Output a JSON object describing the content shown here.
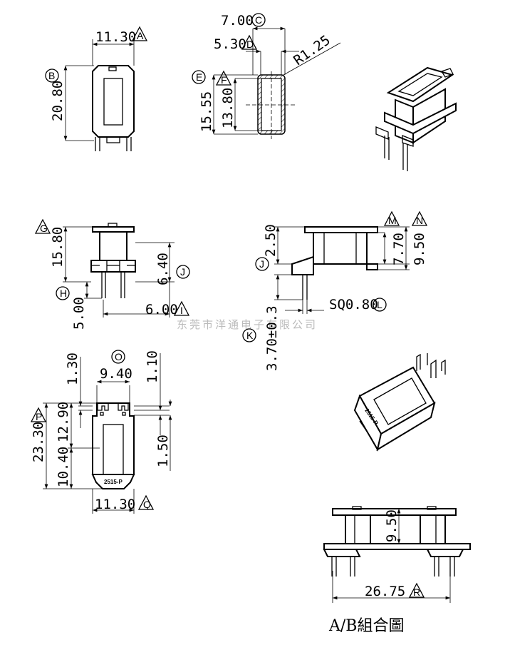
{
  "watermark": "东莞市洋通电子有限公司",
  "title": "A/B組合圖",
  "part_marking": "2515-P",
  "top_view": {
    "width": "11.30",
    "width_tag": "A",
    "height": "20.80",
    "height_tag": "B"
  },
  "section_view": {
    "outer": "7.00",
    "outer_tag": "C",
    "inner": "5.30",
    "inner_tag": "D",
    "radius": "R1.25",
    "outer_h": "15.55",
    "outer_h_tag": "E",
    "inner_h": "13.80",
    "inner_h_tag": "F"
  },
  "front_view": {
    "height": "15.80",
    "height_tag": "G",
    "pin_len": "5.00",
    "pin_len_tag": "H",
    "pin_pitch": "6.00",
    "pin_pitch_tag": "I",
    "flange": "6.40",
    "flange_tag": "J"
  },
  "side_view": {
    "top": "2.50",
    "top_tag": "J",
    "h1": "7.70",
    "h1_tag": "M",
    "h2": "9.50",
    "h2_tag": "N",
    "pin_sq": "SQ0.80",
    "pin_sq_tag": "L",
    "pin_len": "3.70±0.3",
    "pin_len_tag": "K"
  },
  "bottom_view": {
    "slot": "9.40",
    "slot_tag": "O",
    "d1": "1.30",
    "d2": "1.10",
    "total": "23.30",
    "total_tag": "P",
    "upper": "12.90",
    "lower": "10.40",
    "d3": "1.50",
    "width": "11.30",
    "width_tag": "Q"
  },
  "assembly": {
    "height": "9.50",
    "width": "26.75",
    "width_tag": "R"
  }
}
